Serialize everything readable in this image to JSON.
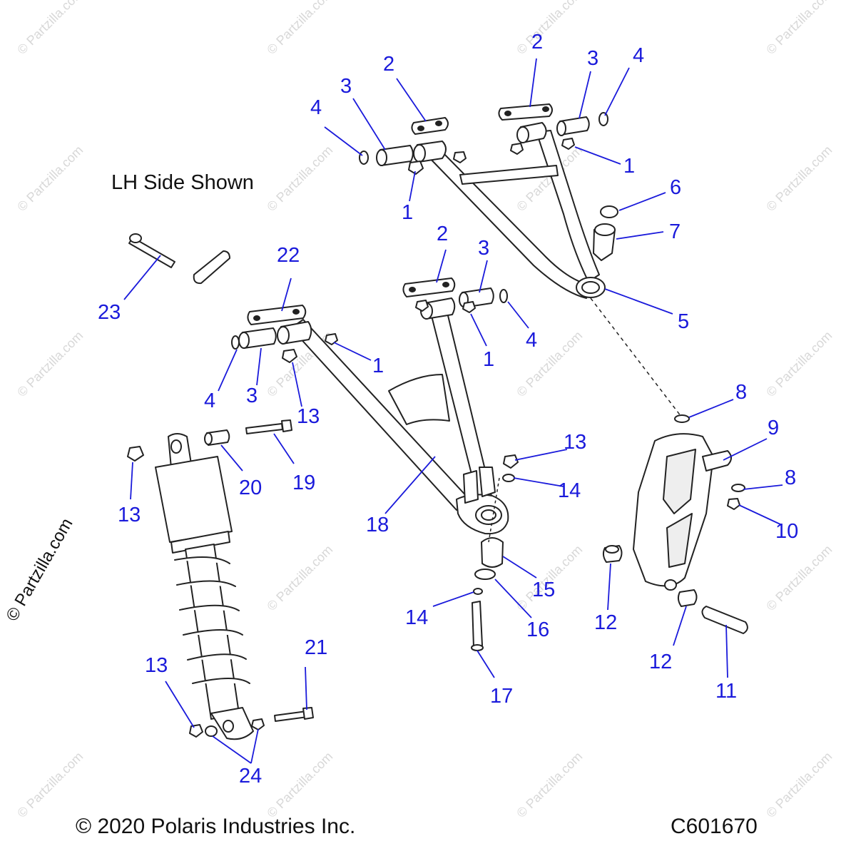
{
  "title_note": "LH Side Shown",
  "copyright": "© 2020 Polaris Industries Inc.",
  "diagram_code": "C601670",
  "watermark": "© Partzilla.com",
  "side_watermark": "© Partzilla.com",
  "label_color": "#1a1adb",
  "callouts": {
    "c2a": "2",
    "c3a": "3",
    "c4a": "4",
    "c1a": "1",
    "c2b": "2",
    "c3b": "3",
    "c4b": "4",
    "c1b": "1",
    "c6": "6",
    "c7": "7",
    "c5": "5",
    "c22": "22",
    "c23": "23",
    "c2c": "2",
    "c3c": "3",
    "c4c": "4",
    "c1c": "1",
    "c1d": "1",
    "c4d": "4",
    "c3d": "3",
    "c13a": "13",
    "c8a": "8",
    "c9": "9",
    "c8b": "8",
    "c10": "10",
    "c13b": "13",
    "c14a": "14",
    "c18": "18",
    "c20": "20",
    "c19": "19",
    "c13c": "13",
    "c15": "15",
    "c16": "16",
    "c14b": "14",
    "c17": "17",
    "c12a": "12",
    "c12b": "12",
    "c11": "11",
    "c13d": "13",
    "c21": "21",
    "c24": "24"
  }
}
